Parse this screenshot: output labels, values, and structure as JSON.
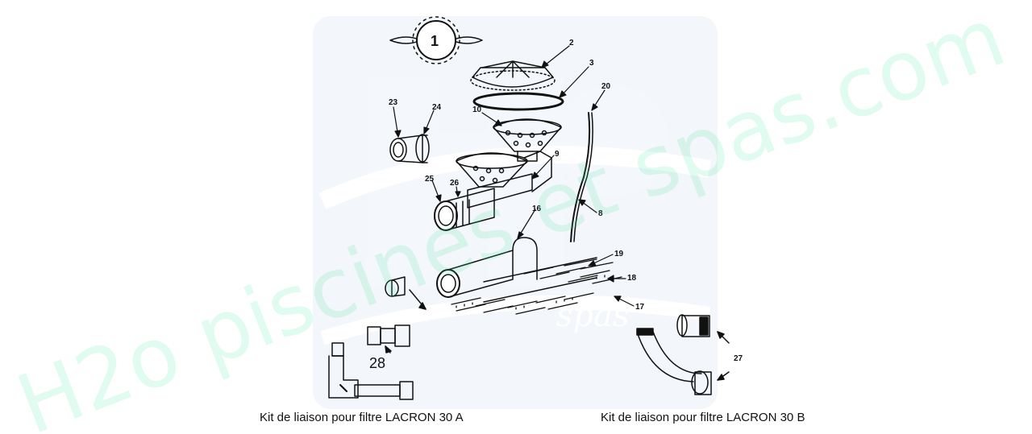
{
  "diagram": {
    "part_labels": [
      "1",
      "2",
      "3",
      "10",
      "20",
      "23",
      "24",
      "9",
      "25",
      "26",
      "8",
      "16",
      "19",
      "18",
      "17",
      "27",
      "28"
    ],
    "caption_left": "Kit de liaison pour filtre LACRON 30 A",
    "caption_right": "Kit de liaison pour filtre LACRON 30 B",
    "watermark": "H2o piscines et spas.com",
    "logo_text": "spas",
    "colors": {
      "line": "#111111",
      "watermark": "#3ee69a",
      "backdrop": "#e9eff6"
    }
  }
}
